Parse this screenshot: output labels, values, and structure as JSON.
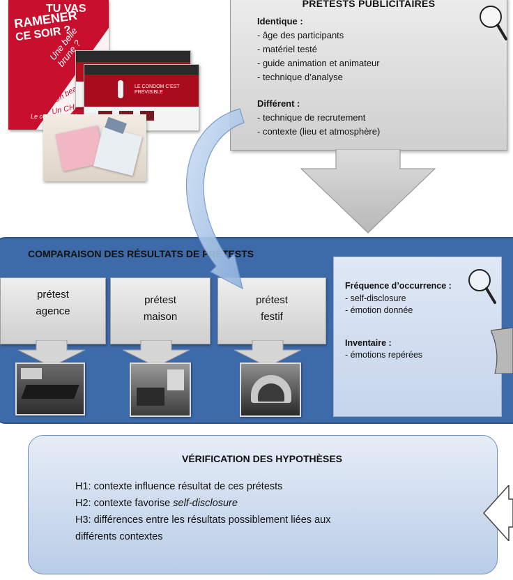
{
  "pretests": {
    "title": "PRÉTESTS PUBLICITAIRES",
    "identique_label": "Identique :",
    "identique_items": [
      "- âge des participants",
      "- matériel testé",
      "- guide animation et animateur",
      "- technique d’analyse"
    ],
    "different_label": "Différent :",
    "different_items": [
      "- technique de recrutement",
      "- contexte (lieu et atmosphère)"
    ]
  },
  "poster": {
    "line1": "TU VAS",
    "line2": "RAMENER",
    "line3": "CE SOIR ?",
    "script1": "Une belle brune ?",
    "script2": "Un beau",
    "script3": "Un CHLA",
    "footer": "Le condom 100$"
  },
  "website": {
    "headline": "LE CONDOM C’EST PRÉVISIBLE"
  },
  "comparaison": {
    "title": "COMPARAISON DES RÉSULTATS DE PRÉTESTS",
    "boxes": [
      {
        "l1": "prétest",
        "l2": "agence"
      },
      {
        "l1": "prétest",
        "l2": "maison"
      },
      {
        "l1": "prétest",
        "l2": "festif"
      }
    ],
    "freq_label": "Fréquence d’occurrence :",
    "freq_items": [
      "- self-disclosure",
      "- émotion donnée"
    ],
    "inv_label": "Inventaire :",
    "inv_items": [
      "- émotions repérées"
    ]
  },
  "verification": {
    "title": "VÉRIFICATION DES HYPOTHÈSES",
    "h1": "H1: contexte influence  résultat de ces prétests",
    "h2_prefix": "H2: contexte  favorise ",
    "h2_italic": "self-disclosure",
    "h3a": "H3: différences entre les résultats possiblement liées aux",
    "h3b": "différents contextes"
  },
  "colors": {
    "band": "#3d6aa8",
    "poster_red": "#c8102e"
  },
  "icons": [
    "magnifier-icon",
    "down-arrow",
    "curved-arrow",
    "side-arrow"
  ]
}
